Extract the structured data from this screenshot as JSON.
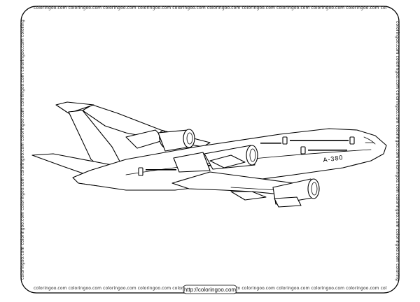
{
  "border": {
    "watermark_text": "coloringoo.com coloringoo.com coloringoo.com coloringoo.com coloringoo.com coloringoo.com coloringoo.com coloringoo.com coloringoo.com coloringoo.com coloringoo.com coloringoo.com"
  },
  "drawing": {
    "fuselage_label": "A-380"
  },
  "footer": {
    "url": "http://coloringoo.com"
  }
}
